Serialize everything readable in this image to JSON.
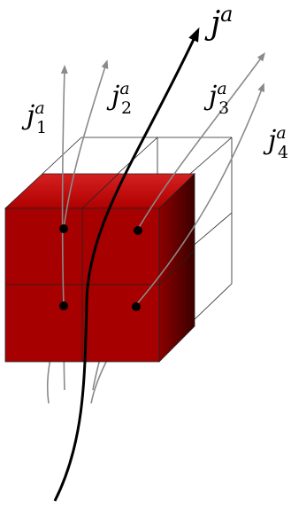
{
  "labels": {
    "main": {
      "symbol": "j",
      "superscript": "a"
    },
    "currents": [
      {
        "symbol": "j",
        "subscript": "1",
        "superscript": "a"
      },
      {
        "symbol": "j",
        "subscript": "2",
        "superscript": "a"
      },
      {
        "symbol": "j",
        "subscript": "3",
        "superscript": "a"
      },
      {
        "symbol": "j",
        "subscript": "4",
        "superscript": "a"
      }
    ]
  },
  "colors": {
    "cube_front": "#a60000",
    "cube_side": "#7a0000",
    "cube_top": "#c01010",
    "main_current": "#000000",
    "partial_currents": "#8a8a8a",
    "outline": "#222222"
  }
}
